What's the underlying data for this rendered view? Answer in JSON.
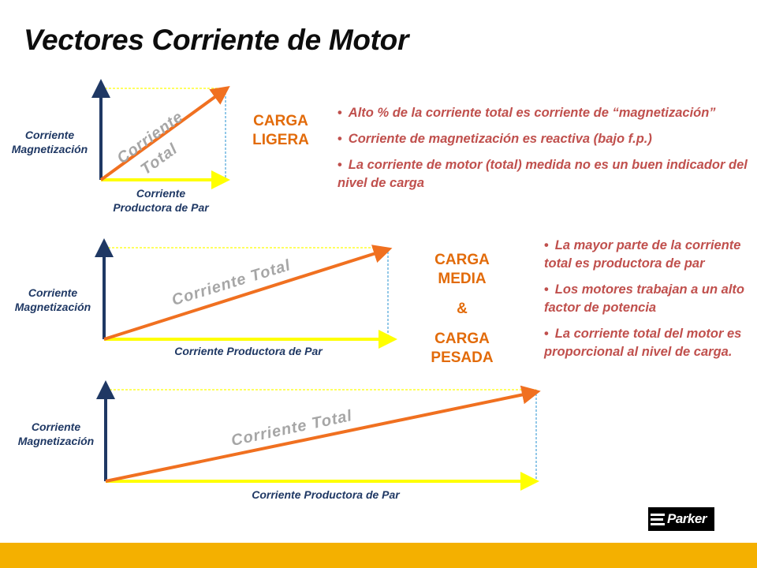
{
  "title": "Vectores Corriente de Motor",
  "labels": {
    "magnetizacion_1": "Corriente",
    "magnetizacion_2": "Magnetización",
    "productora_light_1": "Corriente",
    "productora_light_2": "Productora de Par",
    "productora": "Corriente Productora de Par",
    "total_light_1": "Corriente",
    "total_light_2": "Total",
    "total": "Corriente Total"
  },
  "loads": {
    "light_1": "CARGA",
    "light_2": "LIGERA",
    "medium_1": "CARGA",
    "medium_2": "MEDIA",
    "and": "&",
    "heavy_1": "CARGA",
    "heavy_2": "PESADA"
  },
  "bullets_light": [
    "Alto % de la corriente total es corriente de “magnetización”",
    "Corriente de magnetización es reactiva (bajo f.p.)",
    "La corriente de motor (total) medida no es un buen indicador del nivel de carga"
  ],
  "bullets_heavy": [
    "La mayor parte de la corriente total es productora de par",
    "Los motores trabajan a un alto factor de potencia",
    "La corriente total del motor es proporcional al nivel de carga."
  ],
  "logo": "Parker",
  "colors": {
    "magnetization_vector": "#1f3864",
    "torque_vector": "#ffff00",
    "total_vector": "#f07020",
    "footer": "#f4b000",
    "bullet_text": "#c0504d",
    "load_text": "#e26b0a"
  }
}
